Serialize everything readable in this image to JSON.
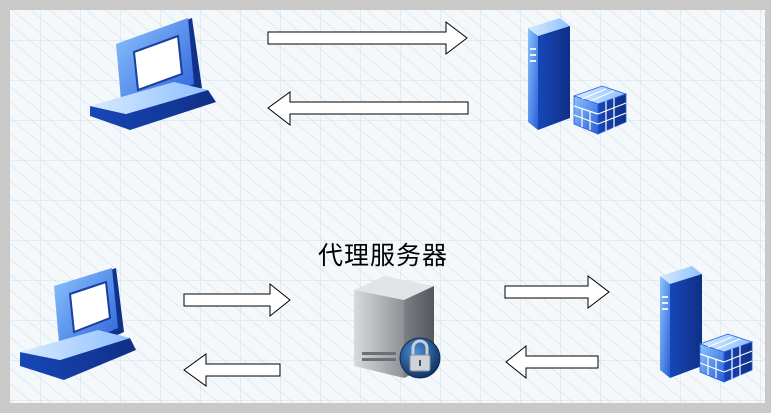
{
  "diagram": {
    "proxy_label": "代理服务器",
    "colors": {
      "canvas_background": "#f4f8fb",
      "frame": "#c9c9c9",
      "grid_line": "#c5d9e8",
      "hatch": "#cddcea",
      "device_blue_light": "#6fb2ff",
      "device_blue_dark": "#1747b8",
      "proxy_gray": "#a7a9ae",
      "lock_badge": "#12457a",
      "arrow_stroke": "#000000",
      "arrow_fill": "#ffffff"
    },
    "top_row": {
      "client_icon": "laptop-icon",
      "server_icon": "database-server-icon",
      "arrows": [
        "right-arrow",
        "left-arrow"
      ]
    },
    "bottom_row": {
      "client_icon": "laptop-icon",
      "proxy_icon": "locked-server-icon",
      "server_icon": "database-server-icon",
      "arrows": [
        "right-arrow",
        "left-arrow",
        "right-arrow",
        "left-arrow"
      ]
    }
  }
}
